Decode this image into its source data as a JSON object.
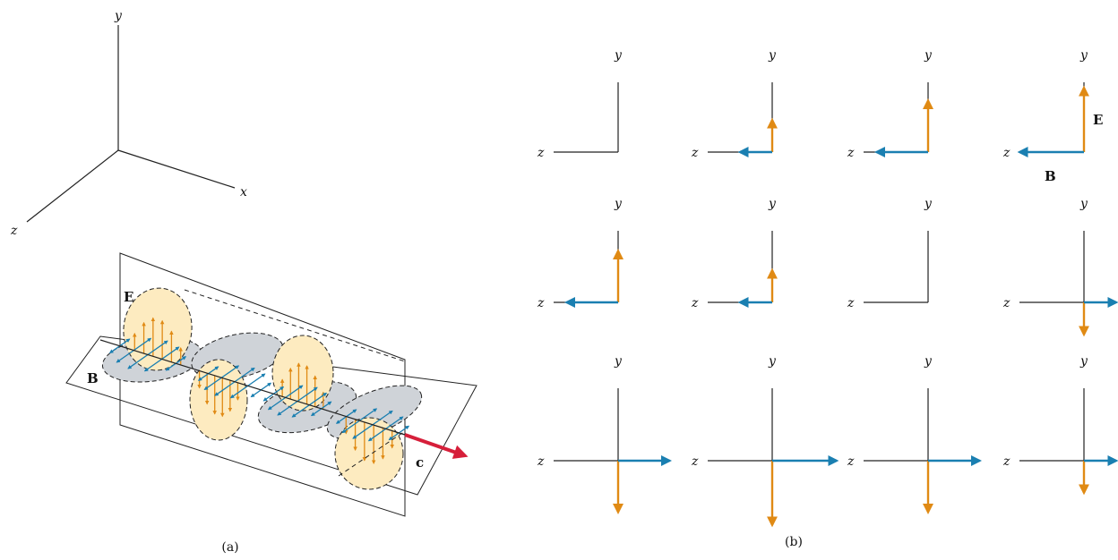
{
  "panel_a": {
    "axis_y": "y",
    "axis_x": "x",
    "axis_z": "z",
    "label_E": "E",
    "label_B": "B",
    "label_c": "c",
    "caption": "(a)",
    "colors": {
      "E": "#e08a14",
      "B": "#1a7fb1",
      "c": "#d61f3a"
    }
  },
  "panel_b": {
    "caption": "(b)",
    "axis_y": "y",
    "axis_z": "z",
    "label_E": "E",
    "label_B": "B",
    "cells": [
      {
        "e": 0,
        "b": 0
      },
      {
        "e": 0.5,
        "b": 0.5
      },
      {
        "e": 0.8,
        "b": 0.8
      },
      {
        "e": 1.0,
        "b": 1.0
      },
      {
        "e": 0.8,
        "b": 0.8
      },
      {
        "e": 0.5,
        "b": 0.5
      },
      {
        "e": 0,
        "b": 0
      },
      {
        "e": -0.5,
        "b": -0.5
      },
      {
        "e": -0.8,
        "b": -0.8
      },
      {
        "e": -1.0,
        "b": -1.0
      },
      {
        "e": -0.8,
        "b": -0.8
      },
      {
        "e": -0.5,
        "b": -0.5
      }
    ]
  }
}
